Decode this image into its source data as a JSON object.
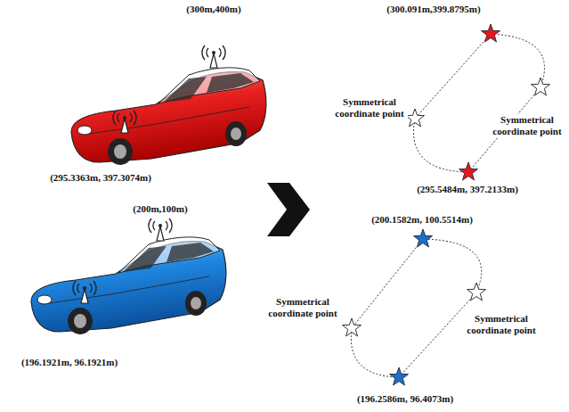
{
  "diagram": {
    "labels": [
      "(300m,400m)",
      "(295.3363m, 397.3074m)",
      "(200m,100m)",
      "(196.1921m, 96.1921m)",
      "(300.091m,399.8795m)",
      "Symmetrical coordinate point",
      "Symmetrical coordinate point",
      "(295.5484m, 397.2133m)",
      "(200.1582m, 100.5514m)",
      "Symmetrical coordinate point",
      "Symmetrical coordinate point",
      "(196.2586m, 96.4073m)"
    ]
  }
}
